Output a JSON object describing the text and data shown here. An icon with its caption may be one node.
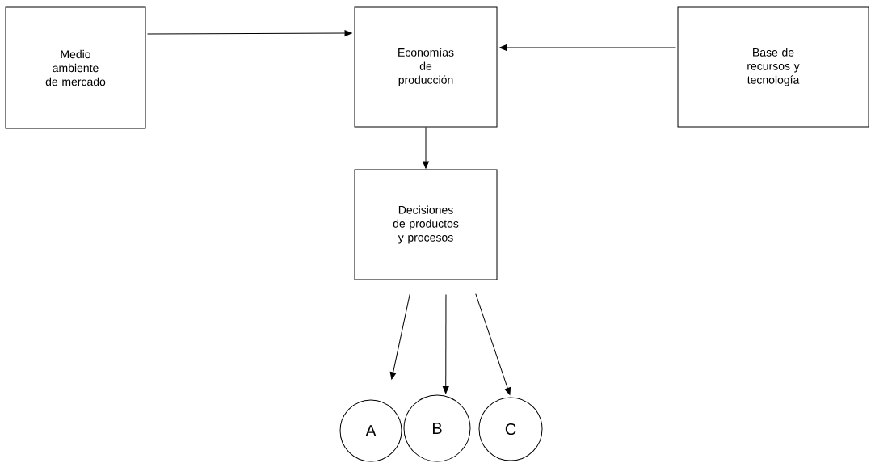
{
  "diagram": {
    "nodes": [
      {
        "text": [
          "Medio ambiente de mercado"
        ]
      },
      {
        "text": [
          "Economías de producción"
        ]
      },
      {
        "text": [
          "Base de recursos y tecnología"
        ]
      },
      {
        "text": [
          "Decisiones de productos y procesos"
        ]
      },
      {
        "text": [
          "A"
        ]
      },
      {
        "text": [
          "B"
        ]
      },
      {
        "text": [
          "C"
        ]
      }
    ],
    "edges": [
      {
        "from": 0,
        "to": 1,
        "arrow": "to"
      },
      {
        "from": 2,
        "to": 1,
        "arrow": "to"
      },
      {
        "from": 1,
        "to": 3,
        "arrow": "to"
      },
      {
        "from": 3,
        "to": 4,
        "arrow": "to"
      },
      {
        "from": 3,
        "to": 5,
        "arrow": "to"
      },
      {
        "from": 3,
        "to": 6,
        "arrow": "to"
      }
    ]
  }
}
